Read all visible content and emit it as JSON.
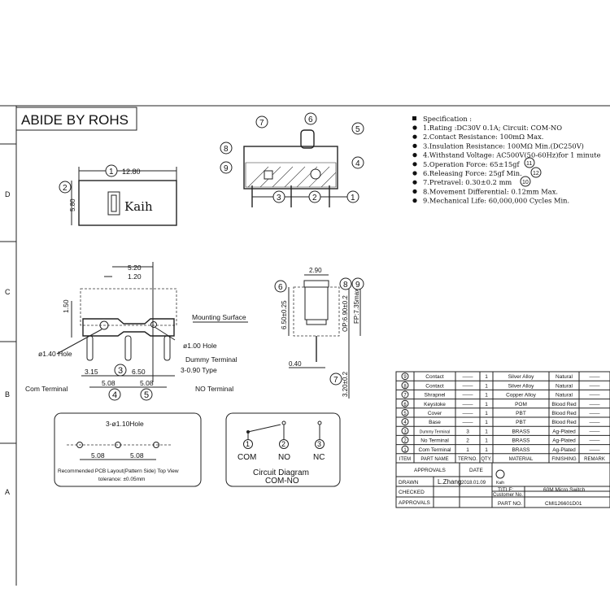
{
  "header": {
    "rohs": "ABIDE BY ROHS"
  },
  "grid_letters": [
    "D",
    "C",
    "B",
    "A"
  ],
  "top_view": {
    "width": "12.80",
    "height": "5.80",
    "brand": "Kaih",
    "balloons": [
      "1",
      "2"
    ]
  },
  "side_view": {
    "balloons": [
      "7",
      "6",
      "5",
      "8",
      "9",
      "4",
      "3",
      "2",
      "1"
    ]
  },
  "front_view": {
    "dims": [
      "5.20",
      "1.20",
      "1.50",
      "3.15",
      "6.50",
      "5.08",
      "5.08"
    ],
    "balloons": [
      "3",
      "4",
      "5"
    ],
    "labels": {
      "mounting": "Mounting Surface",
      "hole_100": "ø1.00 Hole",
      "hole_140": "ø1.40 Hole",
      "dummy": "Dummy Terminal",
      "type": "3-0.90 Type",
      "com": "Com Terminal",
      "no": "NO Terminal"
    }
  },
  "end_view": {
    "dims": [
      "2.90",
      "6.50±0.25",
      "OP:6.90±0.2",
      "FP:7.35max",
      "0.40",
      "3.20±0.2"
    ],
    "balloons": [
      "6",
      "8",
      "9",
      "7"
    ]
  },
  "pcb": {
    "holes": "3-ø1.10Hole",
    "dims": [
      "5.08",
      "5.08"
    ],
    "caption": "Recommended PCB Layout(Pattern Side) Top View",
    "tolerance": "tolerance: ±0.05mm"
  },
  "circuit": {
    "labels": [
      "COM",
      "NO",
      "NC"
    ],
    "balloons": [
      "1",
      "2",
      "3"
    ],
    "title": "Circuit Diagram",
    "subtitle": "COM-NO"
  },
  "spec": {
    "title": "Specification :",
    "items": [
      "1.Rating :DC30V 0.1A; Circuit: COM-NO",
      "2.Contact Resistance: 100mΩ Max.",
      "3.Insulation Resistance: 100MΩ Min.(DC250V)",
      "4.Withstand Voltage: AC500V(50-60Hz)for 1 minute",
      "5.Operation Force: 65±15gf",
      "6.Releasing Force: 25gf Min.",
      "7.Pretravel: 0.30±0.2 mm",
      "8.Movement Differential: 0.12mm Max.",
      "9.Mechanical Life: 60,000,000 Cycles Min."
    ],
    "balloons": [
      "11",
      "12",
      "10"
    ]
  },
  "bom": {
    "headers": [
      "ITEM",
      "PART NAME",
      "TER'NO.",
      "QTY.",
      "MATERIAL",
      "FINISHING",
      "REMARK"
    ],
    "rows": [
      {
        "item": "9",
        "name": "Contact",
        "ter": "——",
        "qty": "1",
        "material": "Silver Alloy",
        "finish": "Natural",
        "remark": "——"
      },
      {
        "item": "8",
        "name": "Contact",
        "ter": "——",
        "qty": "1",
        "material": "Silver Alloy",
        "finish": "Natural",
        "remark": "——"
      },
      {
        "item": "7",
        "name": "Shrapnel",
        "ter": "——",
        "qty": "1",
        "material": "Copper Alloy",
        "finish": "Natural",
        "remark": "——"
      },
      {
        "item": "6",
        "name": "Keystoke",
        "ter": "——",
        "qty": "1",
        "material": "POM",
        "finish": "Blood Red",
        "remark": "——"
      },
      {
        "item": "5",
        "name": "Cover",
        "ter": "——",
        "qty": "1",
        "material": "PBT",
        "finish": "Blood Red",
        "remark": "——"
      },
      {
        "item": "4",
        "name": "Base",
        "ter": "——",
        "qty": "1",
        "material": "PBT",
        "finish": "Blood Red",
        "remark": "——"
      },
      {
        "item": "3",
        "name": "Dummy Terminal",
        "ter": "3",
        "qty": "1",
        "material": "BRASS",
        "finish": "Ag-Plated",
        "remark": "——"
      },
      {
        "item": "2",
        "name": "No Terminal",
        "ter": "2",
        "qty": "1",
        "material": "BRASS",
        "finish": "Ag-Plated",
        "remark": "——"
      },
      {
        "item": "1",
        "name": "Com Terminal",
        "ter": "1",
        "qty": "1",
        "material": "BRASS",
        "finish": "Ag-Plated",
        "remark": "——"
      }
    ]
  },
  "title_block": {
    "approvals": "APPROVALS",
    "date": "DATE",
    "drawn": "DRAWN",
    "drawn_by": "L.Zhang",
    "drawn_date": "2018.01.09",
    "checked": "CHECKED",
    "approvals_row": "APPROVALS",
    "logo": "Kaih",
    "title_label": "TITLE:",
    "title": "60M Micro Switch",
    "customer_label": "Customer No.",
    "part_label": "PART NO.",
    "part_no": "CMI126601D01"
  }
}
